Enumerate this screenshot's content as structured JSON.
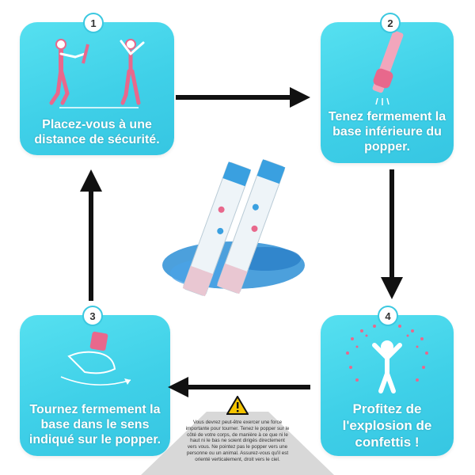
{
  "steps": [
    {
      "number": "1",
      "lines": [
        "Placez-vous à une",
        "distance de sécurité."
      ]
    },
    {
      "number": "2",
      "lines": [
        "Tenez fermement la",
        "base inférieure du",
        "popper."
      ]
    },
    {
      "number": "3",
      "lines": [
        "Tournez fermement la",
        "base dans le sens",
        "indiqué sur le popper."
      ]
    },
    {
      "number": "4",
      "lines": [
        "Profitez de",
        "l'explosion de",
        "confettis !"
      ]
    }
  ],
  "warning": {
    "lines": [
      "Vous devrez peut-être exercer une force",
      "importante pour tourner. Tenez le popper sur le",
      "côté de votre corps, de manière à ce que ni le",
      "haut ni le bas ne soient dirigés directement",
      "vers vous. Ne pointez pas le popper vers une",
      "personne ou un animal. Assurez-vous qu'il est",
      "orienté verticalement, droit vers le ciel."
    ]
  },
  "colors": {
    "card": "#3fd0e8",
    "pink": "#e8688c",
    "arrow": "#111111",
    "text": "#ffffff"
  }
}
